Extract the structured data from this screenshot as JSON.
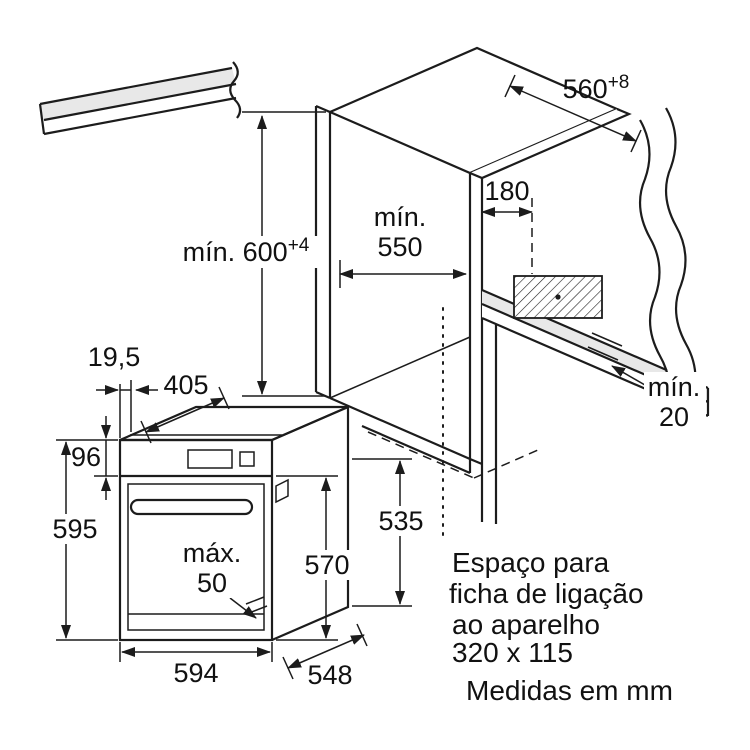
{
  "page": {
    "background": "#ffffff",
    "line_color": "#1c1c1c",
    "surface_color": "#e8e8e8"
  },
  "labels": {
    "niche_width": {
      "value": "560",
      "tol": "+8"
    },
    "niche_height": {
      "text": "mín. 600",
      "tol": "+4"
    },
    "niche_depth": {
      "line1": "mín.",
      "line2": "550"
    },
    "connection_distance": {
      "value": "180"
    },
    "rear_gap": {
      "line1": "mín.",
      "line2": "20"
    },
    "frame_overhang": {
      "value": "19,5"
    },
    "top_depth": {
      "value": "405"
    },
    "panel_height": {
      "value": "96"
    },
    "total_height": {
      "value": "595"
    },
    "door_gap": {
      "line1": "máx.",
      "line2": "50"
    },
    "door_height": {
      "value": "570"
    },
    "body_height": {
      "value": "535"
    },
    "width": {
      "value": "594"
    },
    "body_depth": {
      "value": "548"
    }
  },
  "notes": {
    "connection_line1": "Espaço para",
    "connection_line2": "ficha de ligação",
    "connection_line3": "ao aparelho",
    "connection_line4": "320 x 115",
    "units": "Medidas em mm"
  }
}
